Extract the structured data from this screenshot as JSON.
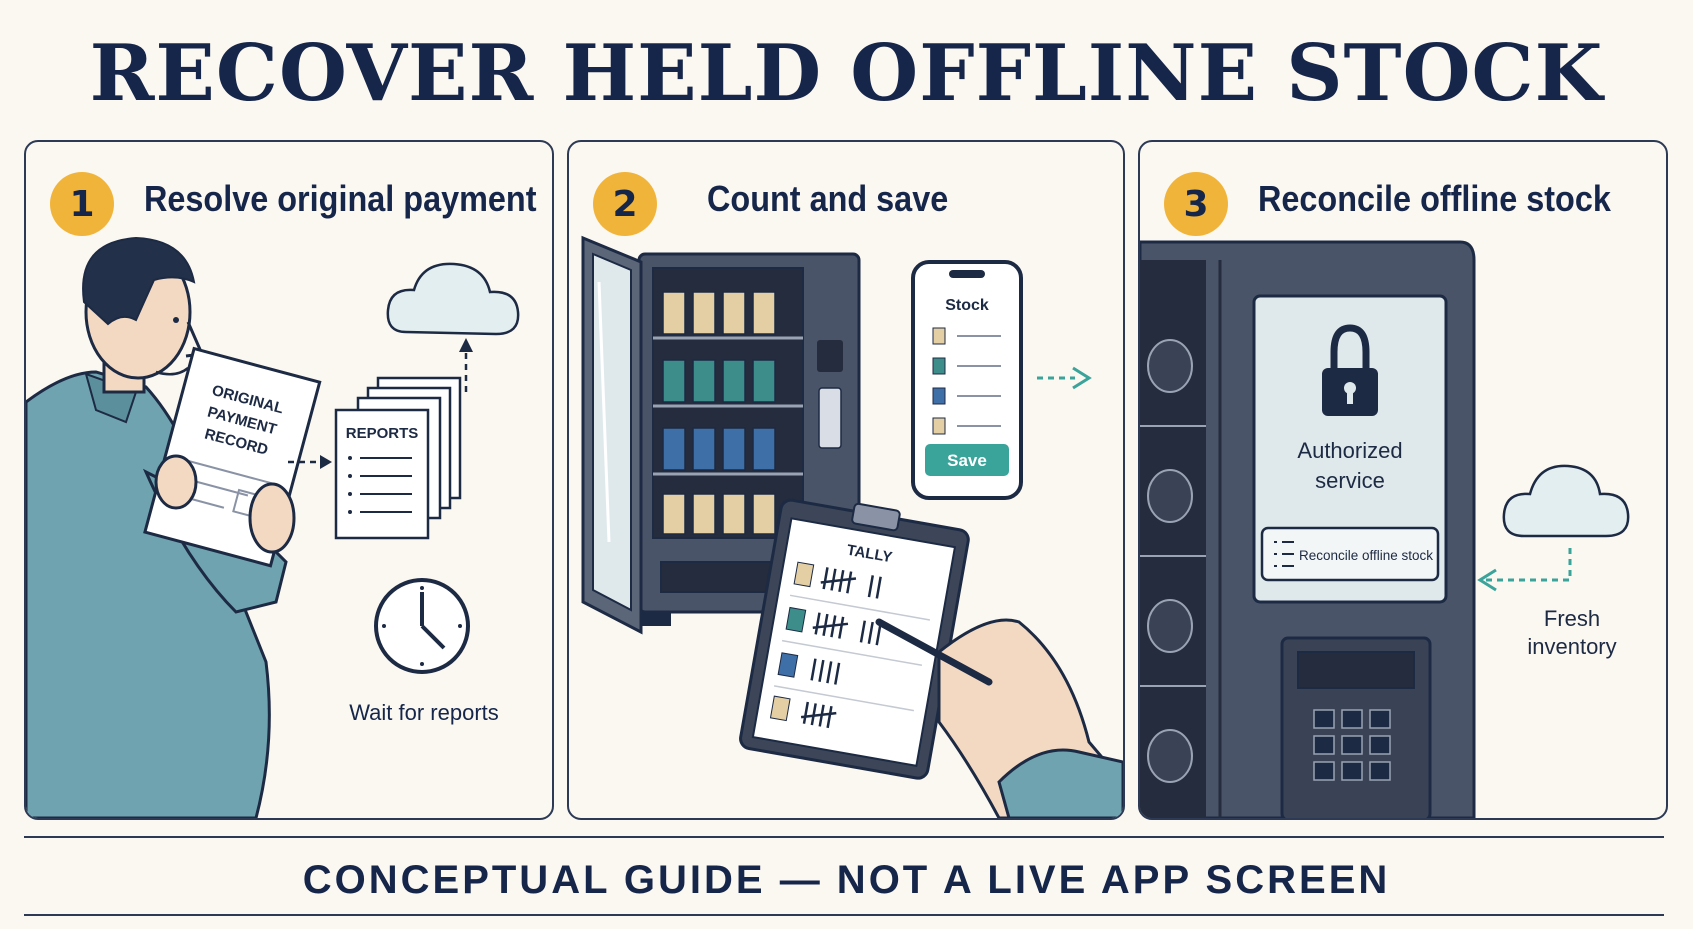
{
  "title": "RECOVER HELD OFFLINE STOCK",
  "steps": [
    {
      "number": "1",
      "title": "Resolve original payment",
      "paper_lines": [
        "ORIGINAL",
        "PAYMENT",
        "RECORD"
      ],
      "reports_label": "REPORTS",
      "wait_label": "Wait for reports"
    },
    {
      "number": "2",
      "title": "Count and save",
      "phone_title": "Stock",
      "phone_button": "Save",
      "tally_title": "TALLY"
    },
    {
      "number": "3",
      "title": "Reconcile offline stock",
      "screen_lines": [
        "Authorized",
        "service"
      ],
      "reconcile_button": "Reconcile offline stock",
      "cloud_label_lines": [
        "Fresh",
        "inventory"
      ]
    }
  ],
  "footer": "CONCEPTUAL GUIDE — NOT A LIVE APP SCREEN",
  "colors": {
    "navy": "#15264a",
    "badge": "#f1b43a",
    "teal": "#3aa39a",
    "shirt": "#6fa3b0",
    "background": "#fbf7f1"
  }
}
